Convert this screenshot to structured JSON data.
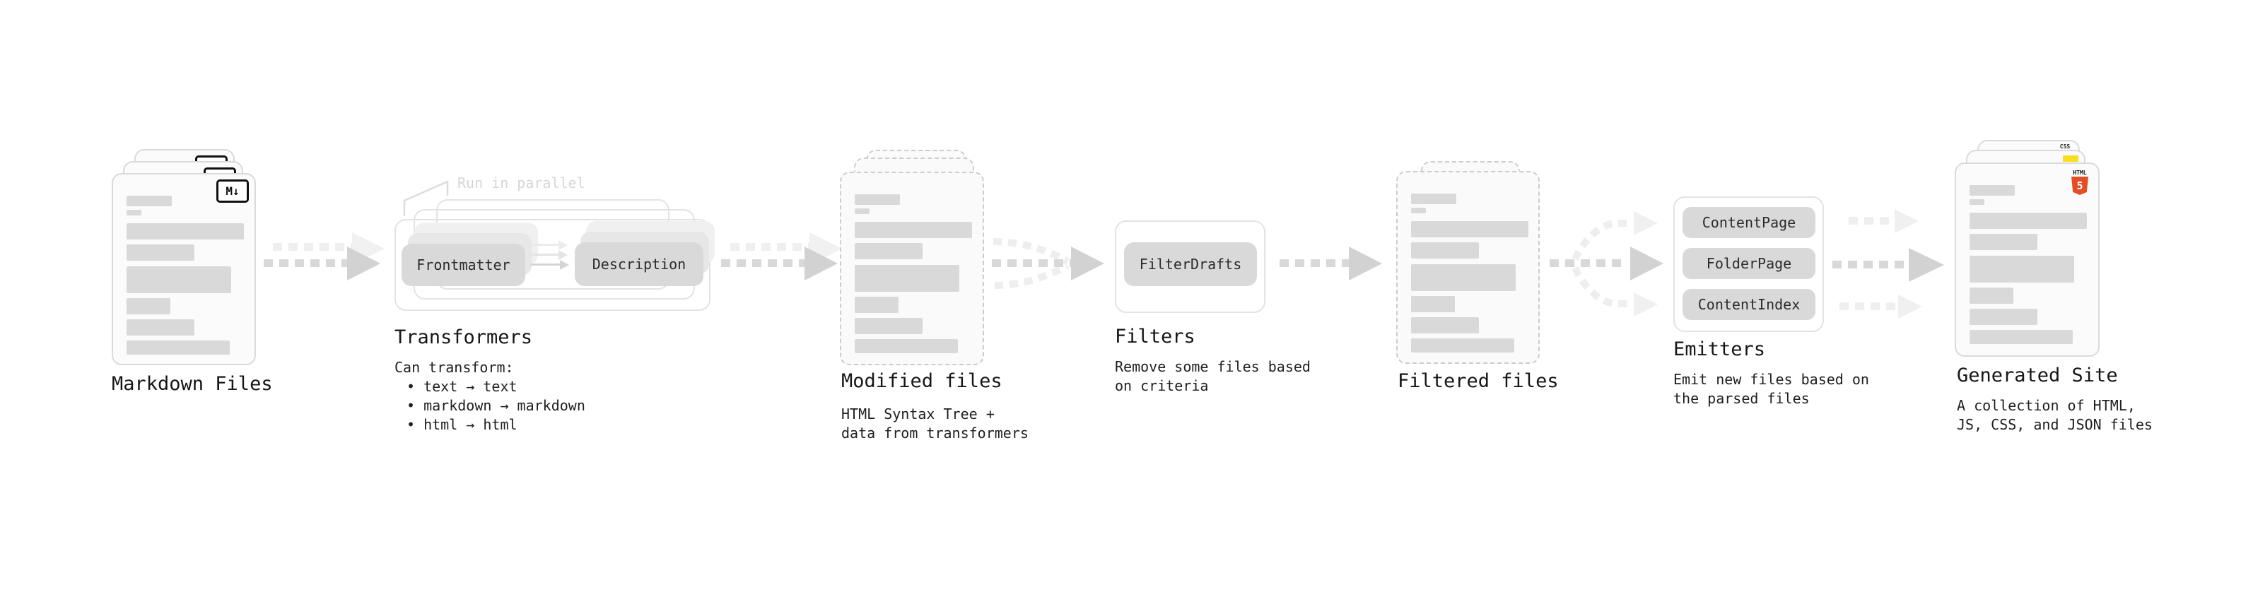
{
  "diagram": {
    "markdown": {
      "label": "Markdown Files",
      "badge": "M↓"
    },
    "transformers": {
      "note": "Run in parallel",
      "pill_left": "Frontmatter",
      "pill_right": "Description",
      "label": "Transformers",
      "desc_heading": "Can transform:",
      "bullets": [
        "• text → text",
        "• markdown → markdown",
        "• html → html"
      ]
    },
    "modified": {
      "label": "Modified files",
      "desc": "HTML Syntax Tree +\ndata from transformers"
    },
    "filters": {
      "pill": "FilterDrafts",
      "label": "Filters",
      "desc": "Remove some files based\non criteria"
    },
    "filtered": {
      "label": "Filtered files"
    },
    "emitters": {
      "pills": [
        "ContentPage",
        "FolderPage",
        "ContentIndex"
      ],
      "label": "Emitters",
      "desc": "Emit new files based on\nthe parsed files"
    },
    "generated": {
      "label": "Generated Site",
      "desc": "A collection of HTML,\nJS, CSS, and JSON files",
      "badge_css": "CSS",
      "badge_html_top": "HTML",
      "badge_html_number": "5"
    }
  },
  "colors": {
    "html5_orange": "#e44d26",
    "js_yellow": "#f7df1e",
    "css_blue": "#2d5be3",
    "pill_gray": "#d9d9d9",
    "arrow_dark": "#d8d8d8",
    "arrow_light": "#efefef",
    "note_gray": "#d6d6d6",
    "text": "#1a1a1a"
  }
}
